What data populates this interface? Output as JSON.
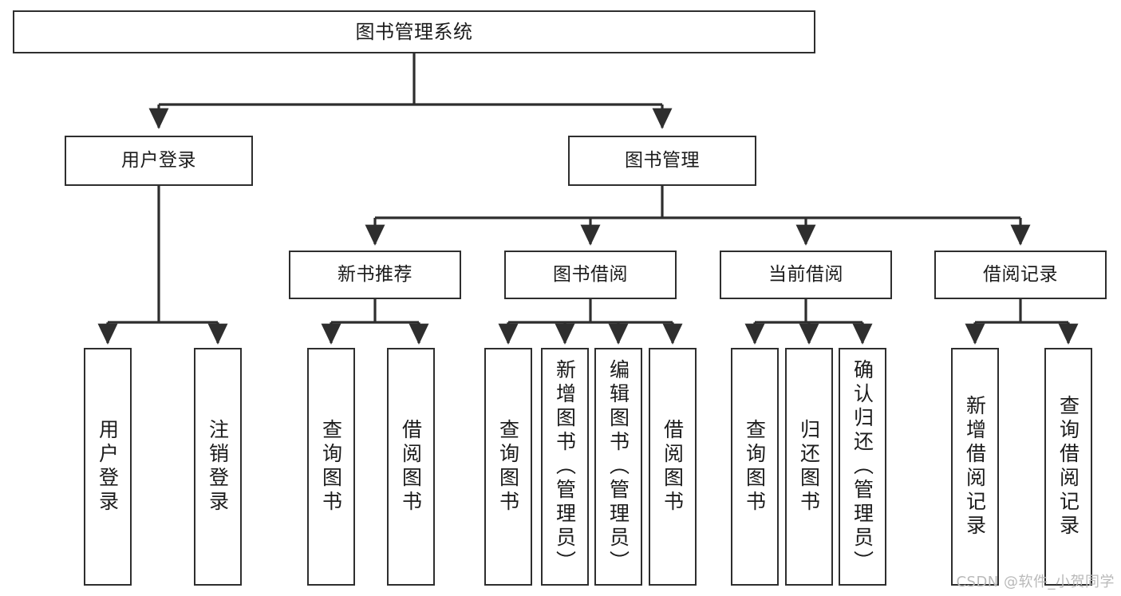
{
  "diagram": {
    "title": "图书管理系统",
    "watermark": "CSDN @软件_小贺同学",
    "line_color": "#2e2e2e",
    "box_fill": "#ffffff",
    "text_color": "#1b1b1b",
    "watermark_color": "#b9b9b9",
    "nodes": {
      "root": "图书管理系统",
      "level2": {
        "user_login": "用户登录",
        "book_management": "图书管理"
      },
      "level3": {
        "new_book_recommend": "新书推荐",
        "book_borrow": "图书借阅",
        "current_borrow": "当前借阅",
        "borrow_record": "借阅记录"
      },
      "leaves": {
        "user_login_child_1": "用户登录",
        "user_login_child_2": "注销登录",
        "recommend_child_1": "查询图书",
        "recommend_child_2": "借阅图书",
        "borrow_child_1": "查询图书",
        "borrow_child_2": "新增图书（管理员）",
        "borrow_child_3": "编辑图书（管理员）",
        "borrow_child_4": "借阅图书",
        "current_child_1": "查询图书",
        "current_child_2": "归还图书",
        "current_child_3": "确认归还（管理员）",
        "record_child_1": "新增借阅记录",
        "record_child_2": "查询借阅记录"
      }
    }
  }
}
